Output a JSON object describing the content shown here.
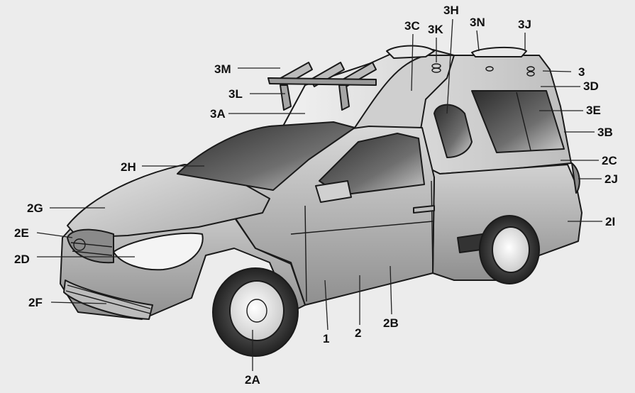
{
  "callouts": [
    {
      "id": "3H",
      "label": "3H"
    },
    {
      "id": "3C",
      "label": "3C"
    },
    {
      "id": "3K",
      "label": "3K"
    },
    {
      "id": "3N",
      "label": "3N"
    },
    {
      "id": "3J",
      "label": "3J"
    },
    {
      "id": "3M",
      "label": "3M"
    },
    {
      "id": "3",
      "label": "3"
    },
    {
      "id": "3D",
      "label": "3D"
    },
    {
      "id": "3L",
      "label": "3L"
    },
    {
      "id": "3E",
      "label": "3E"
    },
    {
      "id": "3A",
      "label": "3A"
    },
    {
      "id": "3B",
      "label": "3B"
    },
    {
      "id": "2H",
      "label": "2H"
    },
    {
      "id": "2C",
      "label": "2C"
    },
    {
      "id": "2J",
      "label": "2J"
    },
    {
      "id": "2G",
      "label": "2G"
    },
    {
      "id": "2I",
      "label": "2I"
    },
    {
      "id": "2E",
      "label": "2E"
    },
    {
      "id": "2D",
      "label": "2D"
    },
    {
      "id": "2F",
      "label": "2F"
    },
    {
      "id": "1",
      "label": "1"
    },
    {
      "id": "2",
      "label": "2"
    },
    {
      "id": "2B",
      "label": "2B"
    },
    {
      "id": "2A",
      "label": "2A"
    }
  ]
}
